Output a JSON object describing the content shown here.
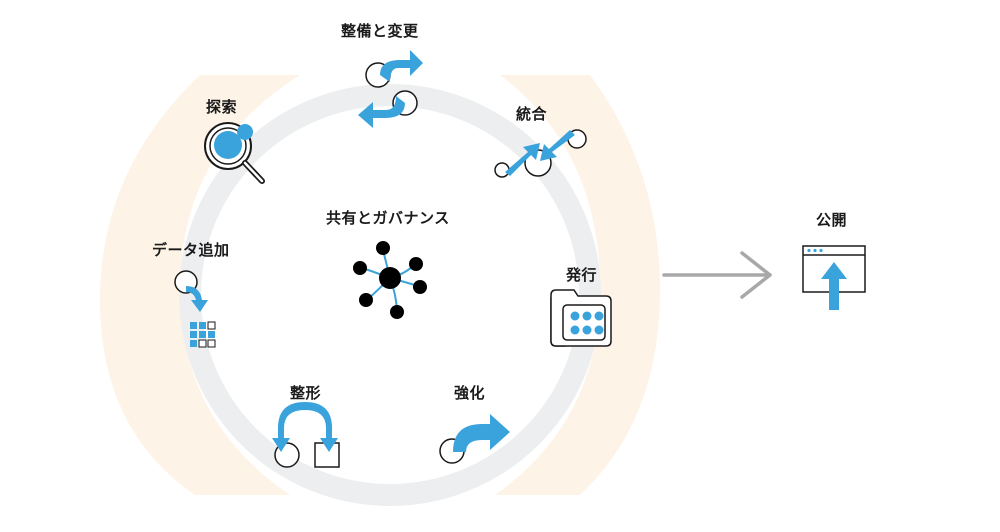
{
  "diagram": {
    "center_label": "共有とガバナンス",
    "stages": [
      {
        "id": "stage-refine",
        "label": "整備と変更"
      },
      {
        "id": "stage-integrate",
        "label": "統合"
      },
      {
        "id": "stage-publish-internal",
        "label": "発行"
      },
      {
        "id": "stage-enhance",
        "label": "強化"
      },
      {
        "id": "stage-shape",
        "label": "整形"
      },
      {
        "id": "stage-add-data",
        "label": "データ追加"
      },
      {
        "id": "stage-explore",
        "label": "探索"
      }
    ],
    "output": {
      "label": "公開"
    },
    "colors": {
      "accent_blue": "#3aa3dc",
      "ring_gray": "#eceeef",
      "halo_orange": "#fdf3e6",
      "arrow_gray": "#a8a8a8",
      "ink": "#1a1a1a"
    },
    "icons": {
      "refine": "two-curved-arrows-icon",
      "integrate": "merge-arrows-icon",
      "publish_internal": "folder-grid-icon",
      "enhance": "curved-arrow-icon",
      "shape": "pivot-arrows-icon",
      "add_data": "grid-insert-icon",
      "explore": "magnifier-icon",
      "governance": "network-hub-icon",
      "publish": "browser-upload-icon",
      "flow": "right-arrow-icon"
    }
  }
}
